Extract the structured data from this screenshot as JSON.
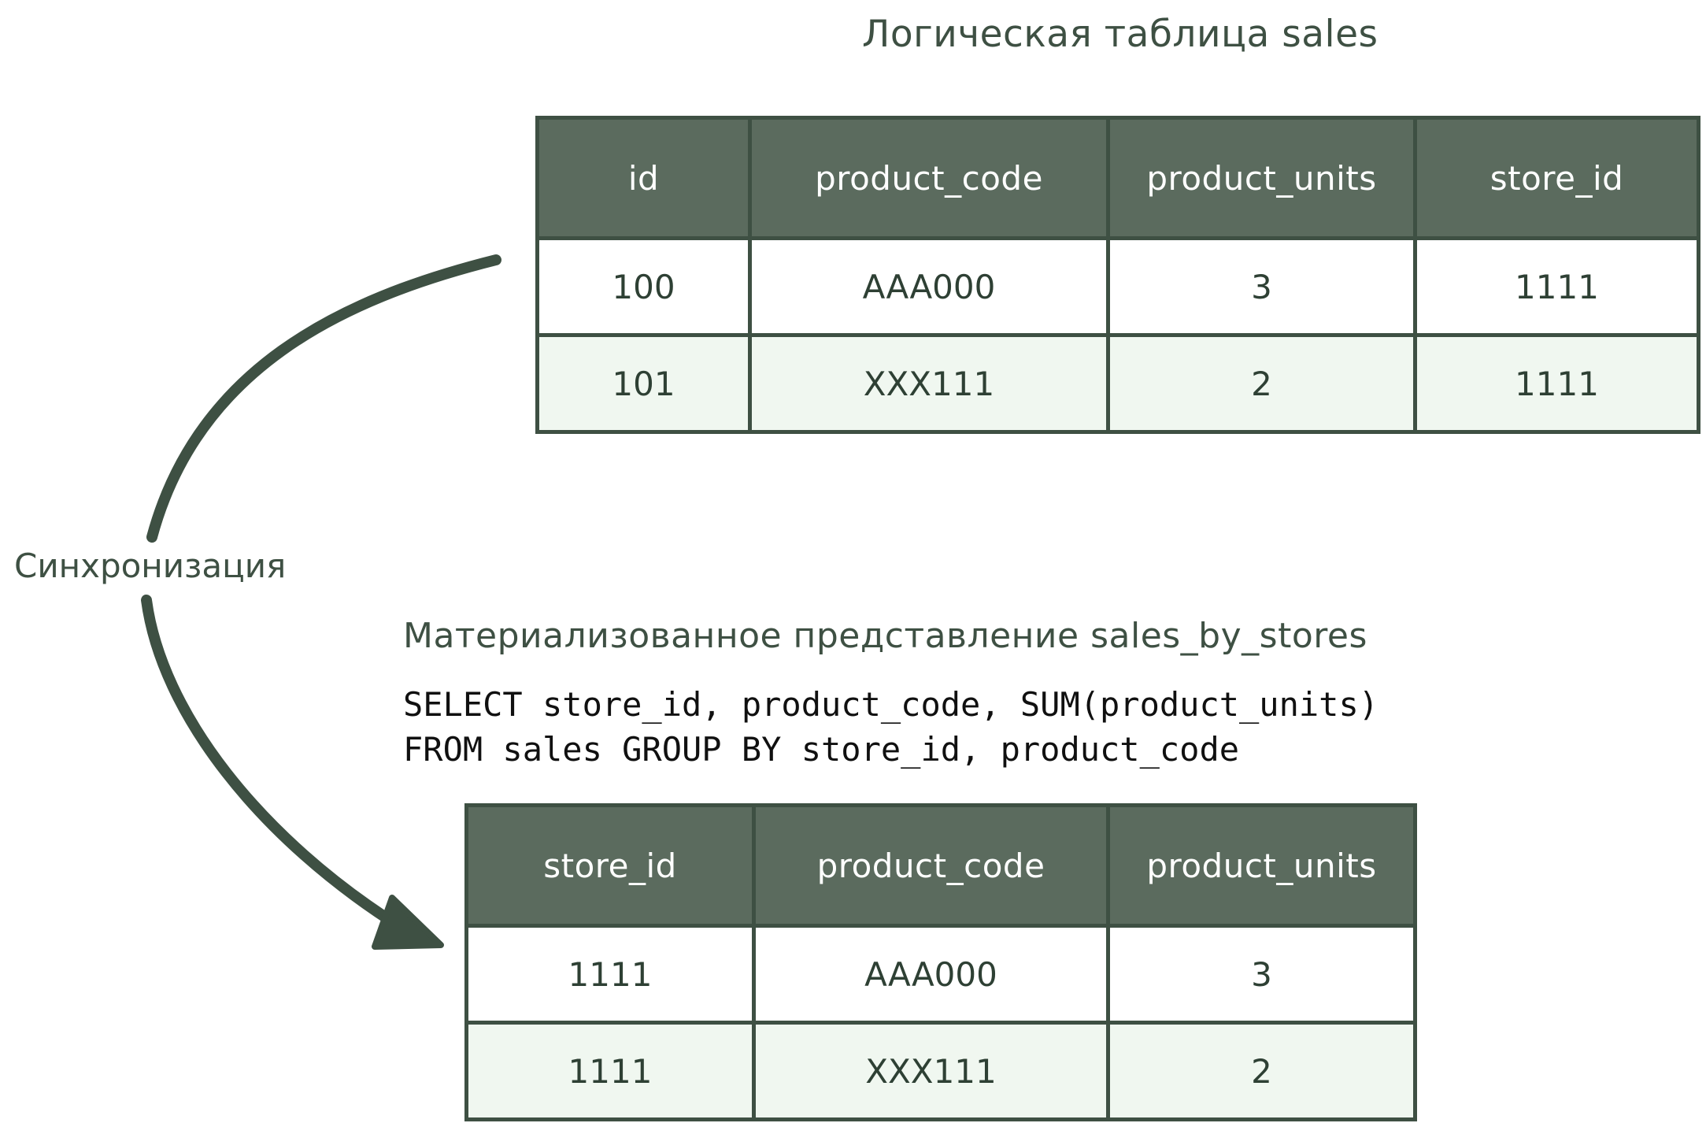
{
  "diagram": {
    "sync_label": "Синхронизация",
    "colors": {
      "header_fill": "#5B6B5E",
      "border": "#3E5043",
      "alt_row": "#F0F7F0",
      "text_green": "#2E4034",
      "sql_text": "#101010",
      "background": "#FFFFFF"
    }
  },
  "logical_table": {
    "title": "Логическая таблица sales",
    "columns": [
      "id",
      "product_code",
      "product_units",
      "store_id"
    ],
    "rows": [
      [
        "100",
        "AAA000",
        "3",
        "1111"
      ],
      [
        "101",
        "XXX111",
        "2",
        "1111"
      ]
    ]
  },
  "materialized_view": {
    "title": "Материализованное представление sales_by_stores",
    "sql": "SELECT store_id, product_code, SUM(product_units)\nFROM sales GROUP BY store_id, product_code",
    "columns": [
      "store_id",
      "product_code",
      "product_units"
    ],
    "rows": [
      [
        "1111",
        "AAA000",
        "3"
      ],
      [
        "1111",
        "XXX111",
        "2"
      ]
    ]
  }
}
